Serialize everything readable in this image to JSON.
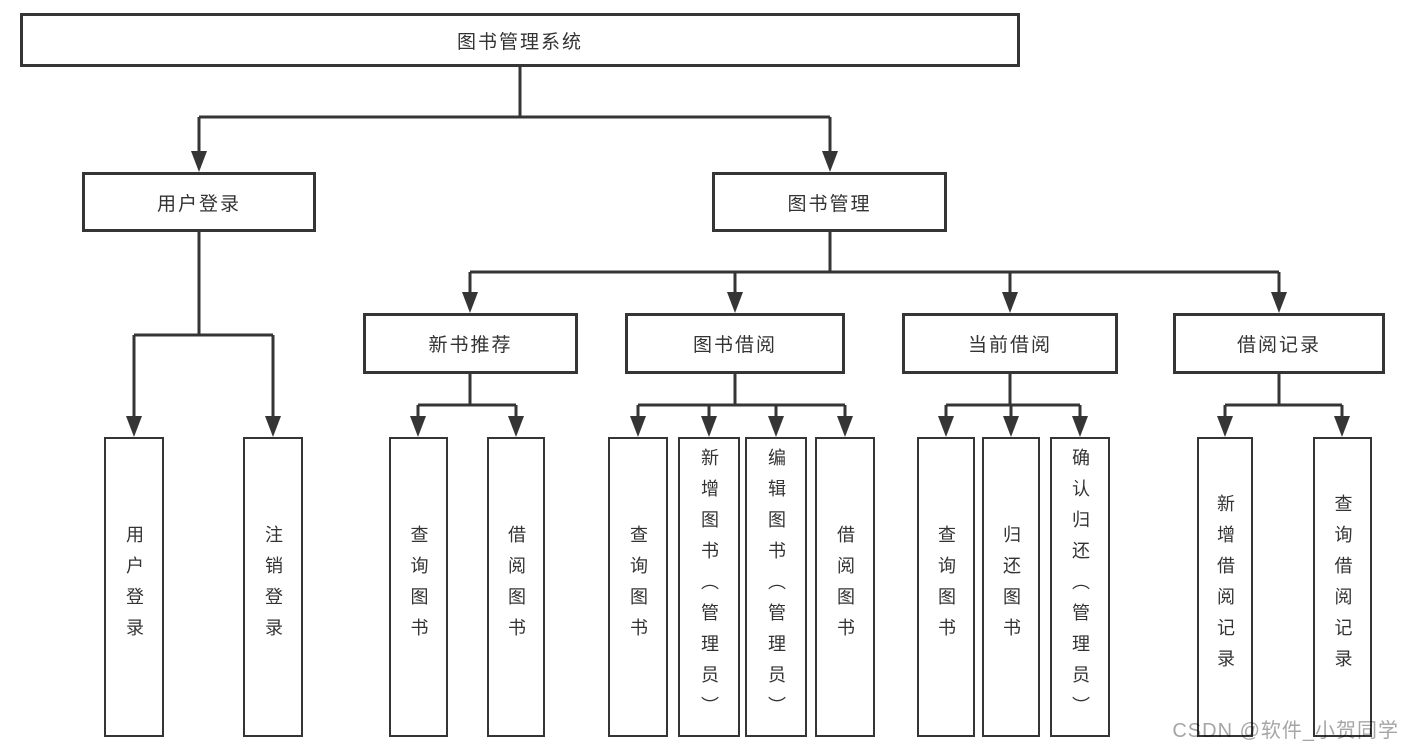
{
  "colors": {
    "line": "#353535",
    "node_border": "#353535",
    "node_text": "#333333",
    "background": "#ffffff",
    "watermark_text": "#a6a6a6"
  },
  "watermark": {
    "text": "CSDN @软件_小贺同学"
  },
  "tree": {
    "label": "图书管理系统",
    "children": [
      {
        "label": "用户登录",
        "children": [
          {
            "label": "用户登录"
          },
          {
            "label": "注销登录"
          }
        ]
      },
      {
        "label": "图书管理",
        "children": [
          {
            "label": "新书推荐",
            "children": [
              {
                "label": "查询图书"
              },
              {
                "label": "借阅图书"
              }
            ]
          },
          {
            "label": "图书借阅",
            "children": [
              {
                "label": "查询图书"
              },
              {
                "label": "新增图书（管理员）"
              },
              {
                "label": "编辑图书（管理员）"
              },
              {
                "label": "借阅图书"
              }
            ]
          },
          {
            "label": "当前借阅",
            "children": [
              {
                "label": "查询图书"
              },
              {
                "label": "归还图书"
              },
              {
                "label": "确认归还（管理员）"
              }
            ]
          },
          {
            "label": "借阅记录",
            "children": [
              {
                "label": "新增借阅记录"
              },
              {
                "label": "查询借阅记录"
              }
            ]
          }
        ]
      }
    ]
  }
}
